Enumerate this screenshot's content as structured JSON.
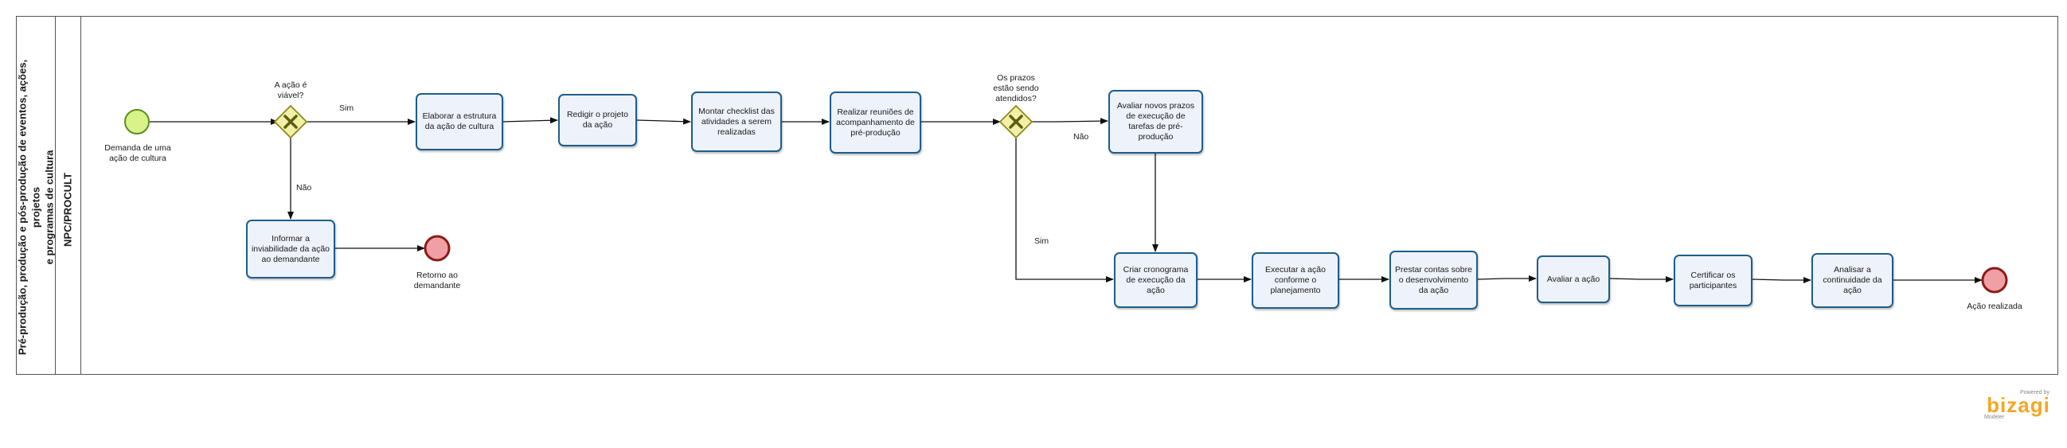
{
  "pool": {
    "title": "Pré-produção, produção e pós-produção de eventos, ações, projetos\ne programas de cultura"
  },
  "lane": {
    "title": "NPC/PROCULT"
  },
  "events": {
    "start": "Demanda de uma\nação de cultura",
    "end_return": "Retorno ao\ndemandante",
    "end_done": "Ação realizada"
  },
  "gateways": {
    "g1": "A ação é\nviável?",
    "g2": "Os prazos\nestão sendo\natendidos?"
  },
  "flow_labels": {
    "g1_yes": "Sim",
    "g1_no": "Não",
    "g2_no": "Não",
    "g2_yes": "Sim"
  },
  "tasks": {
    "t_inviab": "Informar a inviabilidade da ação ao demandante",
    "t_estrutura": "Elaborar a estrutura da ação de cultura",
    "t_redigir": "Redigir o projeto da ação",
    "t_checklist": "Montar checklist das atividades a serem realizadas",
    "t_reunioes": "Realizar reuniões de acompanhamento de pré-produção",
    "t_prazos": "Avaliar novos prazos de execução de tarefas de pré-produção",
    "t_cronograma": "Criar cronograma de execução da ação",
    "t_executar": "Executar a ação conforme o planejamento",
    "t_contas": "Prestar contas sobre o desenvolvimento da ação",
    "t_avaliar": "Avaliar a ação",
    "t_certificar": "Certificar os participantes",
    "t_continuidade": "Analisar a continuidade da ação"
  },
  "logo": {
    "top": "Powered by",
    "main": "bizagi",
    "bottom": "Modeler"
  },
  "colors": {
    "task_fill": "#eef2fa",
    "task_border": "#1d5e8c",
    "start_fill": "#d9f28a",
    "start_border": "#5a8f1c",
    "end_fill": "#f0a0a4",
    "end_border": "#8b1a1a",
    "gateway_fill": "#f2f0a6",
    "gateway_border": "#8a8a1a",
    "logo": "#f5a623"
  }
}
